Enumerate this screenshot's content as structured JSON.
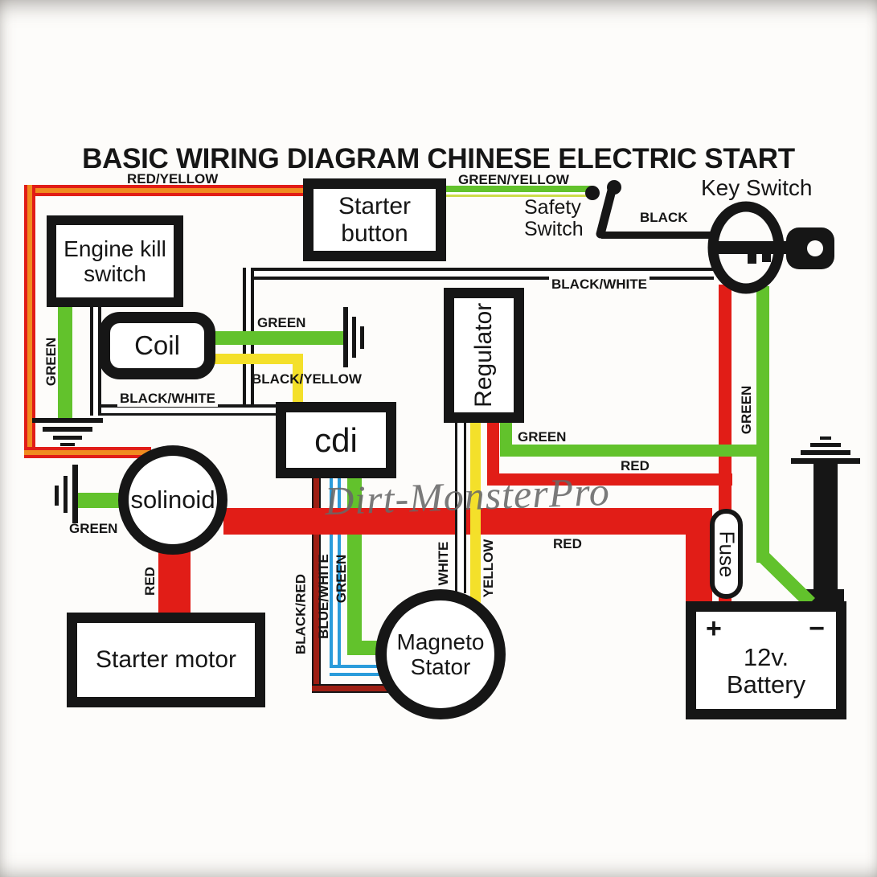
{
  "title": "BASIC WIRING DIAGRAM CHINESE ELECTRIC START",
  "watermark": "Dirt-MonsterPro",
  "components": {
    "starter_button": "Starter button",
    "engine_kill_switch": "Engine kill switch",
    "coil": "Coil",
    "regulator": "Regulator",
    "cdi": "cdi",
    "solenoid": "solinoid",
    "starter_motor": "Starter motor",
    "magneto_stator": "Magneto Stator",
    "battery_line1": "12v.",
    "battery_line2": "Battery",
    "battery_plus": "+",
    "battery_minus": "−",
    "fuse": "Fuse",
    "key_switch": "Key Switch",
    "safety_switch": "Safety Switch"
  },
  "wire_labels": {
    "red_yellow": "RED/YELLOW",
    "green_yellow": "GREEN/YELLOW",
    "black": "BLACK",
    "black_white_key": "BLACK/WHITE",
    "black_white_coil": "BLACK/WHITE",
    "green_coil": "GREEN",
    "black_yellow": "BLACK/YELLOW",
    "green_kill": "GREEN",
    "green_solenoid": "GREEN",
    "green_regulator": "GREEN",
    "red_regulator": "RED",
    "green_key": "GREEN",
    "red_main": "RED",
    "red_starter": "RED",
    "white_regulator": "WHITE",
    "yellow_regulator": "YELLOW",
    "black_red_cdi": "BLACK/RED",
    "blue_white_cdi": "BLUE/WHITE",
    "green_cdi": "GREEN"
  },
  "colors": {
    "ink": "#161616",
    "wire_red": "#e11d17",
    "wire_green": "#62c22c",
    "wire_yellow": "#f4e02a",
    "wire_orange": "#f08b1f",
    "wire_blue": "#2b9cdb",
    "wire_darkred": "#9e1f14",
    "watermark_gray": "#686868"
  }
}
